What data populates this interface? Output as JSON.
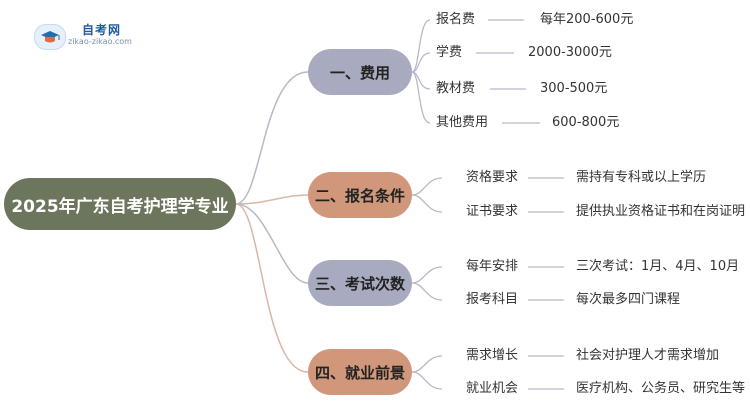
{
  "logo": {
    "title": "自考网",
    "subtitle": "zikao-zikao.com",
    "icon": "graduation-cap-icon"
  },
  "root": {
    "label": "2025年广东自考护理学专业"
  },
  "branches": [
    {
      "label": "一、费用",
      "color": "#a8abc0",
      "items": [
        {
          "key": "报名费",
          "value": "每年200-600元"
        },
        {
          "key": "学费",
          "value": "2000-3000元"
        },
        {
          "key": "教材费",
          "value": "300-500元"
        },
        {
          "key": "其他费用",
          "value": "600-800元"
        }
      ]
    },
    {
      "label": "二、报名条件",
      "color": "#d1977b",
      "items": [
        {
          "key": "资格要求",
          "value": "需持有专科或以上学历"
        },
        {
          "key": "证书要求",
          "value": "提供执业资格证书和在岗证明"
        }
      ]
    },
    {
      "label": "三、考试次数",
      "color": "#a8abc0",
      "items": [
        {
          "key": "每年安排",
          "value": "三次考试：1月、4月、10月"
        },
        {
          "key": "报考科目",
          "value": "每次最多四门课程"
        }
      ]
    },
    {
      "label": "四、就业前景",
      "color": "#d1977b",
      "items": [
        {
          "key": "需求增长",
          "value": "社会对护理人才需求增加"
        },
        {
          "key": "就业机会",
          "value": "医疗机构、公务员、研究生等"
        }
      ]
    }
  ],
  "colors": {
    "root": "#6c765c",
    "connector": "#b7b9c9",
    "accent_orange": "#d1977b",
    "accent_blue": "#a8abc0"
  }
}
